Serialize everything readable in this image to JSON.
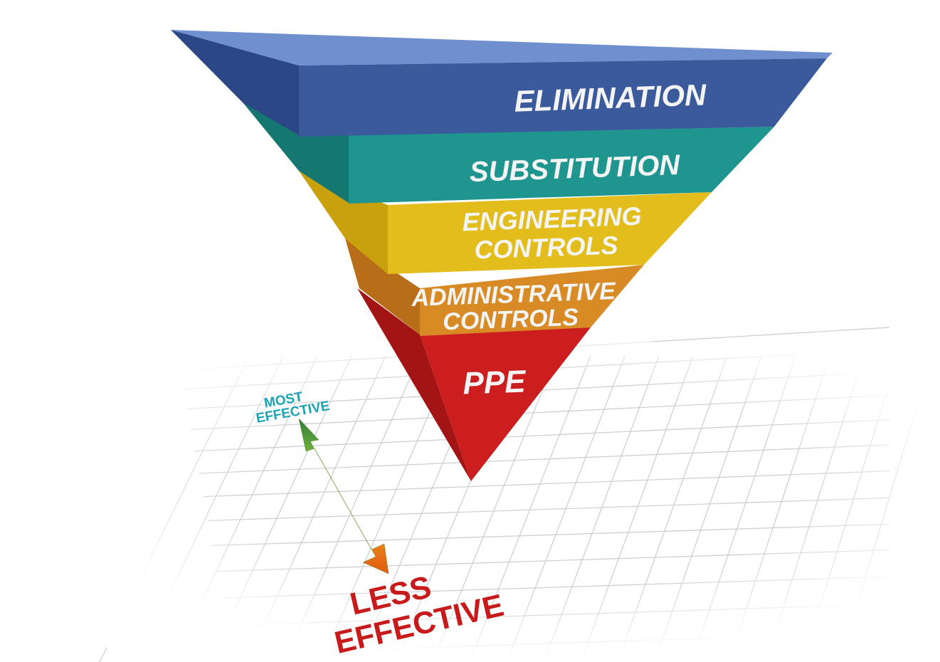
{
  "title": "Hierarchy of Controls",
  "levels": [
    {
      "label_lines": [
        "ELIMINATION"
      ],
      "color": "#3a5a9c",
      "side": "#2c4785",
      "top": "#6f8fcf"
    },
    {
      "label_lines": [
        "SUBSTITUTION"
      ],
      "color": "#1f958f",
      "side": "#157870",
      "top": "#4cbab3"
    },
    {
      "label_lines": [
        "ENGINEERING",
        "CONTROLS"
      ],
      "color": "#e2bd1b",
      "side": "#c9a10e",
      "top": "#f2d64a"
    },
    {
      "label_lines": [
        "ADMINISTRATIVE",
        "CONTROLS"
      ],
      "color": "#d88a25",
      "side": "#b86d18",
      "top": "#eca44a"
    },
    {
      "label_lines": [
        "PPE"
      ],
      "color": "#cc1e1e",
      "side": "#a31515",
      "top": "#e04a4a"
    }
  ],
  "scale": {
    "most_lines": [
      "MOST",
      "EFFECTIVE"
    ],
    "less_lines": [
      "LESS",
      "EFFECTIVE"
    ],
    "most_color": "#1aa3b5",
    "less_color": "#c81a1a"
  }
}
